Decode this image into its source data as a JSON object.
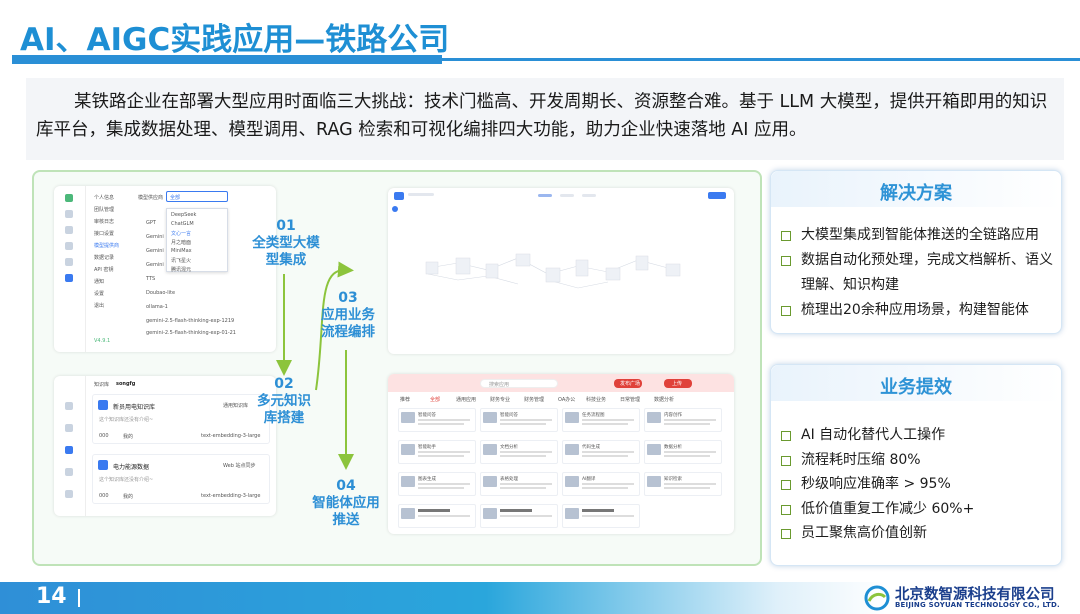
{
  "title": "AI、AIGC实践应用—铁路公司",
  "intro": "某铁路企业在部署大型应用时面临三大挑战：技术门槛高、开发周期长、资源整合难。基于 LLM 大模型，提供开箱即用的知识库平台，集成数据处理、模型调用、RAG 检索和可视化编排四大功能，助力企业快速落地 AI 应用。",
  "steps": [
    {
      "num": "01",
      "line1": "全类型大模",
      "line2": "型集成"
    },
    {
      "num": "02",
      "line1": "多元知识",
      "line2": "库搭建"
    },
    {
      "num": "03",
      "line1": "应用业务",
      "line2": "流程编排"
    },
    {
      "num": "04",
      "line1": "智能体应用",
      "line2": "推送"
    }
  ],
  "screens": {
    "model": {
      "sidebar": [
        "个人信息",
        "团队管理",
        "审核日志",
        "接口设置",
        "模型提供商",
        "数据记录",
        "API 密钥",
        "通知",
        "设置",
        "退出"
      ],
      "provider_label": "模型供应商",
      "dropdown_value": "全部",
      "dropdown_options": [
        "DeepSeek",
        "ChatGLM",
        "文心一言",
        "月之暗面",
        "MiniMax",
        "讯飞星火",
        "腾讯混元"
      ],
      "models": [
        "GPT",
        "Gemini",
        "Gemini",
        "Gemini",
        "TTS",
        "Doubao-lite",
        "ollama-1",
        "gemini-2.5-flash-thinking-exp-1219",
        "gemini-2.5-flash-thinking-exp-01-21"
      ],
      "version": "V4.9.1"
    },
    "knowledge": {
      "breadcrumb": "知识库",
      "user": "songfg",
      "kb1_name": "新员用电知识库",
      "kb1_badge": "通用知识库",
      "kb1_desc": "这个知识库还没有介绍~",
      "kb1_stat1": "000",
      "kb1_stat2": "我的",
      "kb1_embed": "text-embedding-3-large",
      "kb2_name": "电力能源数据",
      "kb2_badge": "Web 站点同步",
      "kb2_desc": "这个知识库还没有介绍~",
      "kb2_stat1": "000",
      "kb2_stat2": "我的",
      "kb2_embed": "text-embedding-3-large"
    },
    "apps": {
      "search_placeholder": "搜索应用",
      "btn_upload": "发布广场",
      "btn_create": "上传",
      "tabs": [
        "推荐",
        "全部",
        "通用应用",
        "财务专业",
        "财务管理",
        "OA办公",
        "科技业务",
        "日常管理",
        "数据分析"
      ],
      "cards": [
        "智能问答",
        "智能问答",
        "任务流程图",
        "内容创作",
        "智能助手",
        "文档分析",
        "代码生成",
        "数据分析",
        "图表生成",
        "表格处理",
        "AI翻译",
        "知识检索"
      ]
    }
  },
  "panels": {
    "solution_title": "解决方案",
    "solution_items": [
      "大模型集成到智能体推送的全链路应用",
      "数据自动化预处理，完成文档解析、语义理解、知识构建",
      "梳理出20余种应用场景，构建智能体"
    ],
    "benefit_title": "业务提效",
    "benefit_items": [
      "AI 自动化替代人工操作",
      "流程耗时压缩 80%",
      "秒级响应准确率 > 95%",
      "低价值重复工作减少 60%+",
      "员工聚焦高价值创新"
    ]
  },
  "footer": {
    "page": "14",
    "company": "北京数智源科技有限公司",
    "company_en": "BEIJING SOYUAN TECHNOLOGY CO., LTD."
  },
  "colors": {
    "accent": "#2d8fd5",
    "check": "#6a9a2f",
    "flow": "#8cc43c"
  }
}
